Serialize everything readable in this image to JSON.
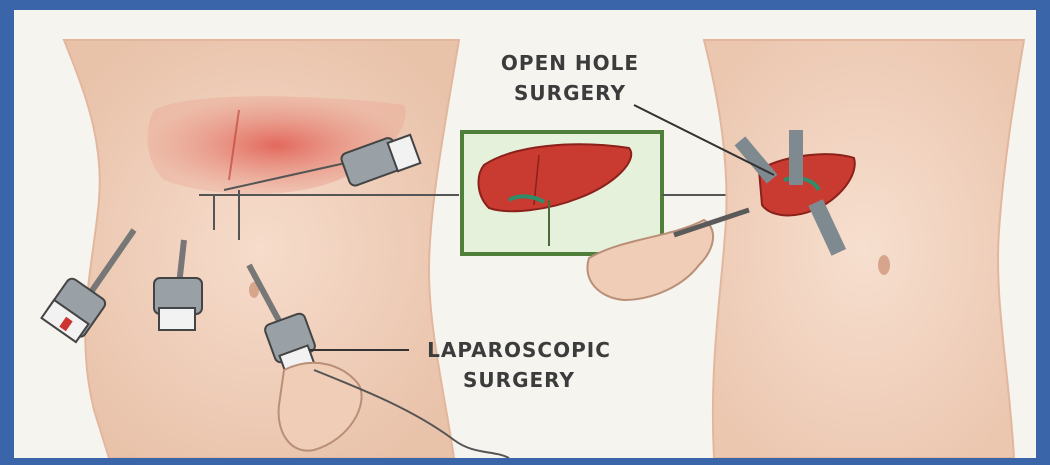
{
  "labels": {
    "open_hole": [
      "OPEN HOLE",
      "SURGERY"
    ],
    "laparoscopic": [
      "LAPAROSCOPIC",
      "SURGERY"
    ]
  },
  "colors": {
    "frame": "#3a65a8",
    "background": "#f6f4ef",
    "skin": "#f1d4c1",
    "liver": "#c93a31",
    "inset_border": "#4f7f3b",
    "inset_fill": "#e4f2da"
  },
  "icons": [
    "torso-left",
    "torso-right",
    "liver-inset",
    "trocar-ports",
    "hand",
    "scalpel"
  ]
}
